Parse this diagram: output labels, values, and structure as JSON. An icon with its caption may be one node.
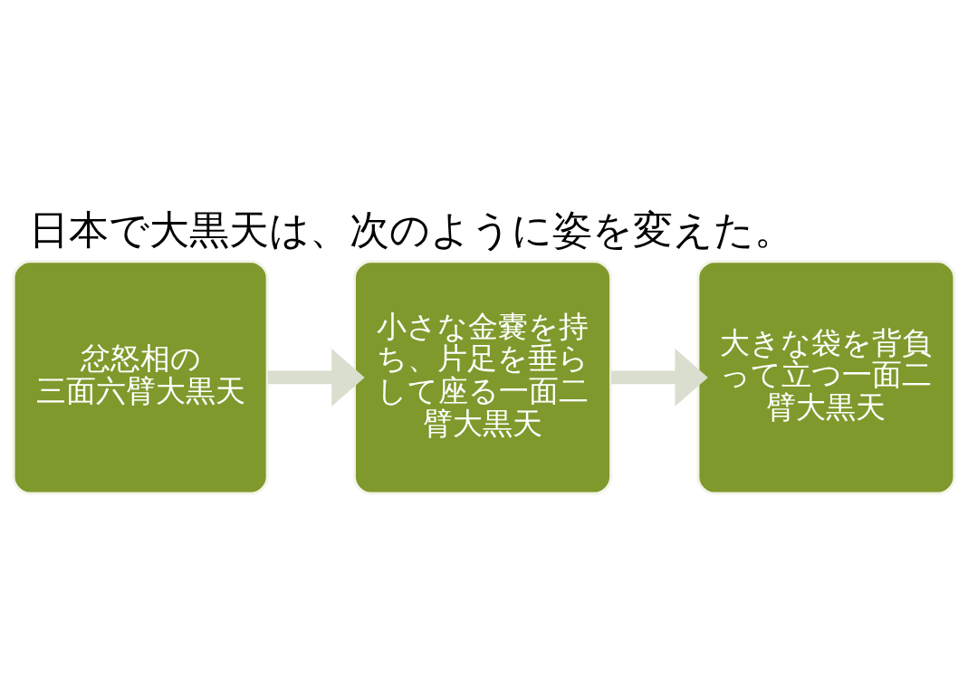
{
  "diagram": {
    "title": "日本で大黒天は、次のように姿を変えた。",
    "nodes": [
      {
        "text": [
          "忿怒相の",
          "三面六臂大黒天"
        ]
      },
      {
        "text": [
          "小さな金嚢を持ち、片足を垂らして座る一面二臂大黒天"
        ]
      },
      {
        "text": [
          "大きな袋を背負って立つ一面二臂大黒天"
        ]
      }
    ],
    "edges": [
      {
        "from": 0,
        "to": 1,
        "arrow": "to"
      },
      {
        "from": 1,
        "to": 2,
        "arrow": "to"
      }
    ]
  }
}
